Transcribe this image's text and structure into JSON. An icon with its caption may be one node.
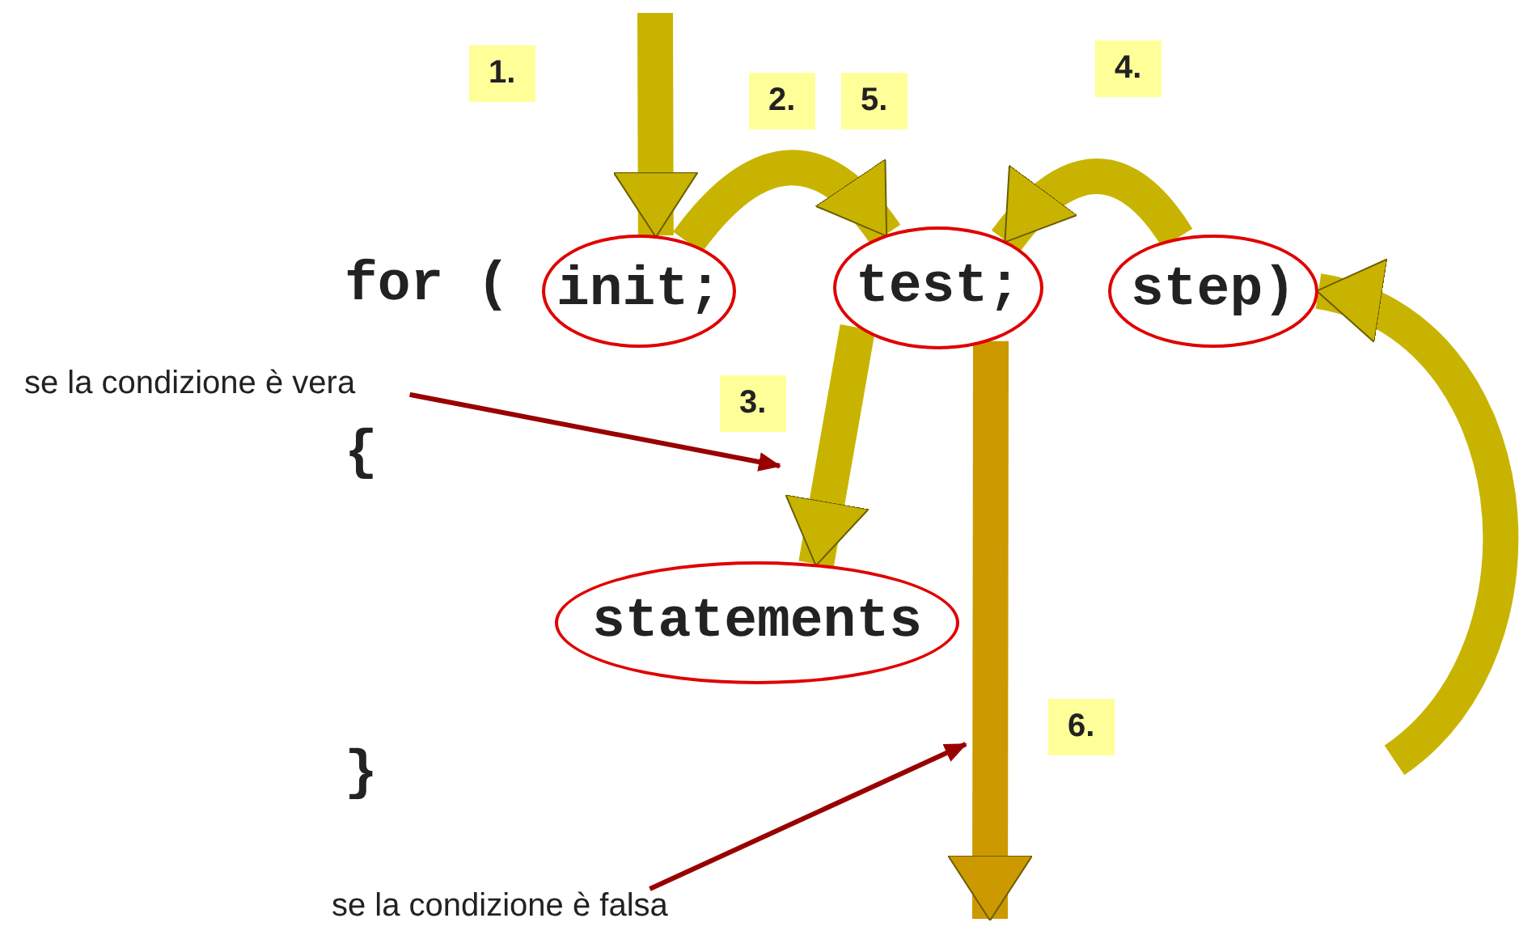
{
  "diagram": {
    "nodes": [
      {
        "text": [
          "init;"
        ]
      },
      {
        "text": [
          "test;"
        ]
      },
      {
        "text": [
          "step)"
        ]
      },
      {
        "text": [
          "statements"
        ]
      },
      {
        "text": [
          "se la condizione è vera"
        ]
      },
      {
        "text": [
          "se la condizione è falsa"
        ]
      }
    ],
    "edges": [
      {
        "from": null,
        "to": 0,
        "arrow": "to"
      },
      {
        "from": 0,
        "to": 1,
        "arrow": "to"
      },
      {
        "from": 2,
        "to": 1,
        "arrow": "to"
      },
      {
        "from": 1,
        "to": 3,
        "arrow": "to"
      },
      {
        "from": null,
        "to": 2,
        "arrow": "to"
      },
      {
        "from": 1,
        "to": null,
        "arrow": "to",
        "color": "#cc9900"
      },
      {
        "from": 4,
        "to": null,
        "arrow": "to",
        "color": "#990000"
      },
      {
        "from": 5,
        "to": null,
        "arrow": "to",
        "color": "#990000"
      }
    ],
    "labels": [
      "1.",
      "4.",
      "2.",
      "5.",
      "for (",
      "3.",
      "{",
      "6.",
      "}"
    ]
  }
}
